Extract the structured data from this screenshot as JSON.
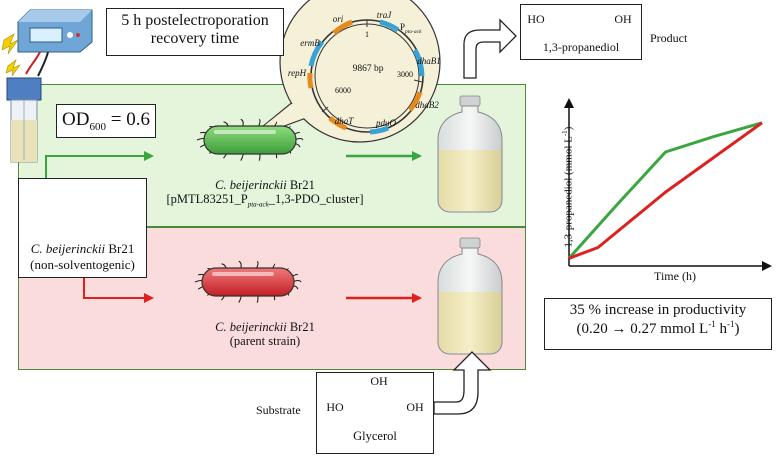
{
  "header": {
    "recovery_line1": "5 h postelectroporation",
    "recovery_line2": "recovery time",
    "od_label": "OD",
    "od_sub": "600",
    "od_value": " = 0.6"
  },
  "product": {
    "name": "1,3-propanediol",
    "label": "Product",
    "ho": "HO",
    "oh": "OH"
  },
  "plasmid": {
    "size": "9867 bp",
    "tick_1": "1",
    "tick_3000": "3000",
    "tick_6000": "6000",
    "genes": {
      "ori": "ori",
      "traJ": "traJ",
      "promoter": "P",
      "promoter_sub": "pta-ack",
      "ermB": "ermB",
      "repH": "repH",
      "dhaB1": "dhaB1",
      "dhaB2": "dhaB2",
      "pduO": "pduO",
      "dhaT": "dhaT"
    }
  },
  "strains": {
    "source_species": "C. beijerinckii",
    "source_strain": " Br21",
    "source_note": "(non-solventogenic)",
    "engineered_species": "C. beijerinckii",
    "engineered_strain": " Br21",
    "engineered_plasmid_prefix": "[pMTL83251_P",
    "engineered_plasmid_sub": "pta-ack",
    "engineered_plasmid_suffix": "_1,3-PDO_cluster]",
    "parent_species": "C. beijerinckii",
    "parent_strain": " Br21",
    "parent_note": "(parent strain)"
  },
  "substrate": {
    "label": "Substrate",
    "name": "Glycerol",
    "ho": "HO",
    "oh_top": "OH",
    "oh_right": "OH"
  },
  "result": {
    "line1": "35 % increase in productivity",
    "line2_prefix": "(0.20 → 0.27 mmol L",
    "exp1": "-1",
    "line2_mid": " h",
    "exp2": "-1",
    "line2_suffix": ")"
  },
  "chart_data": {
    "type": "line",
    "xlabel": "Time (h)",
    "ylabel": "1,3-propanediol (mmol L",
    "ylabel_exp": "-1",
    "ylabel_suffix": ")",
    "series": [
      {
        "color": "#3aa640",
        "points": [
          [
            0,
            0.05
          ],
          [
            0.25,
            0.4
          ],
          [
            0.5,
            0.74
          ],
          [
            0.75,
            0.84
          ],
          [
            1.0,
            0.93
          ]
        ]
      },
      {
        "color": "#dd2020",
        "points": [
          [
            0,
            0.05
          ],
          [
            0.15,
            0.12
          ],
          [
            0.5,
            0.48
          ],
          [
            1.0,
            0.93
          ]
        ]
      }
    ]
  },
  "colors": {
    "green_panel": "#e4f5dc",
    "red_panel": "#fbdcdc",
    "panel_border": "#4a8a3a",
    "green_arrow": "#3aa640",
    "red_arrow": "#dd2020"
  }
}
